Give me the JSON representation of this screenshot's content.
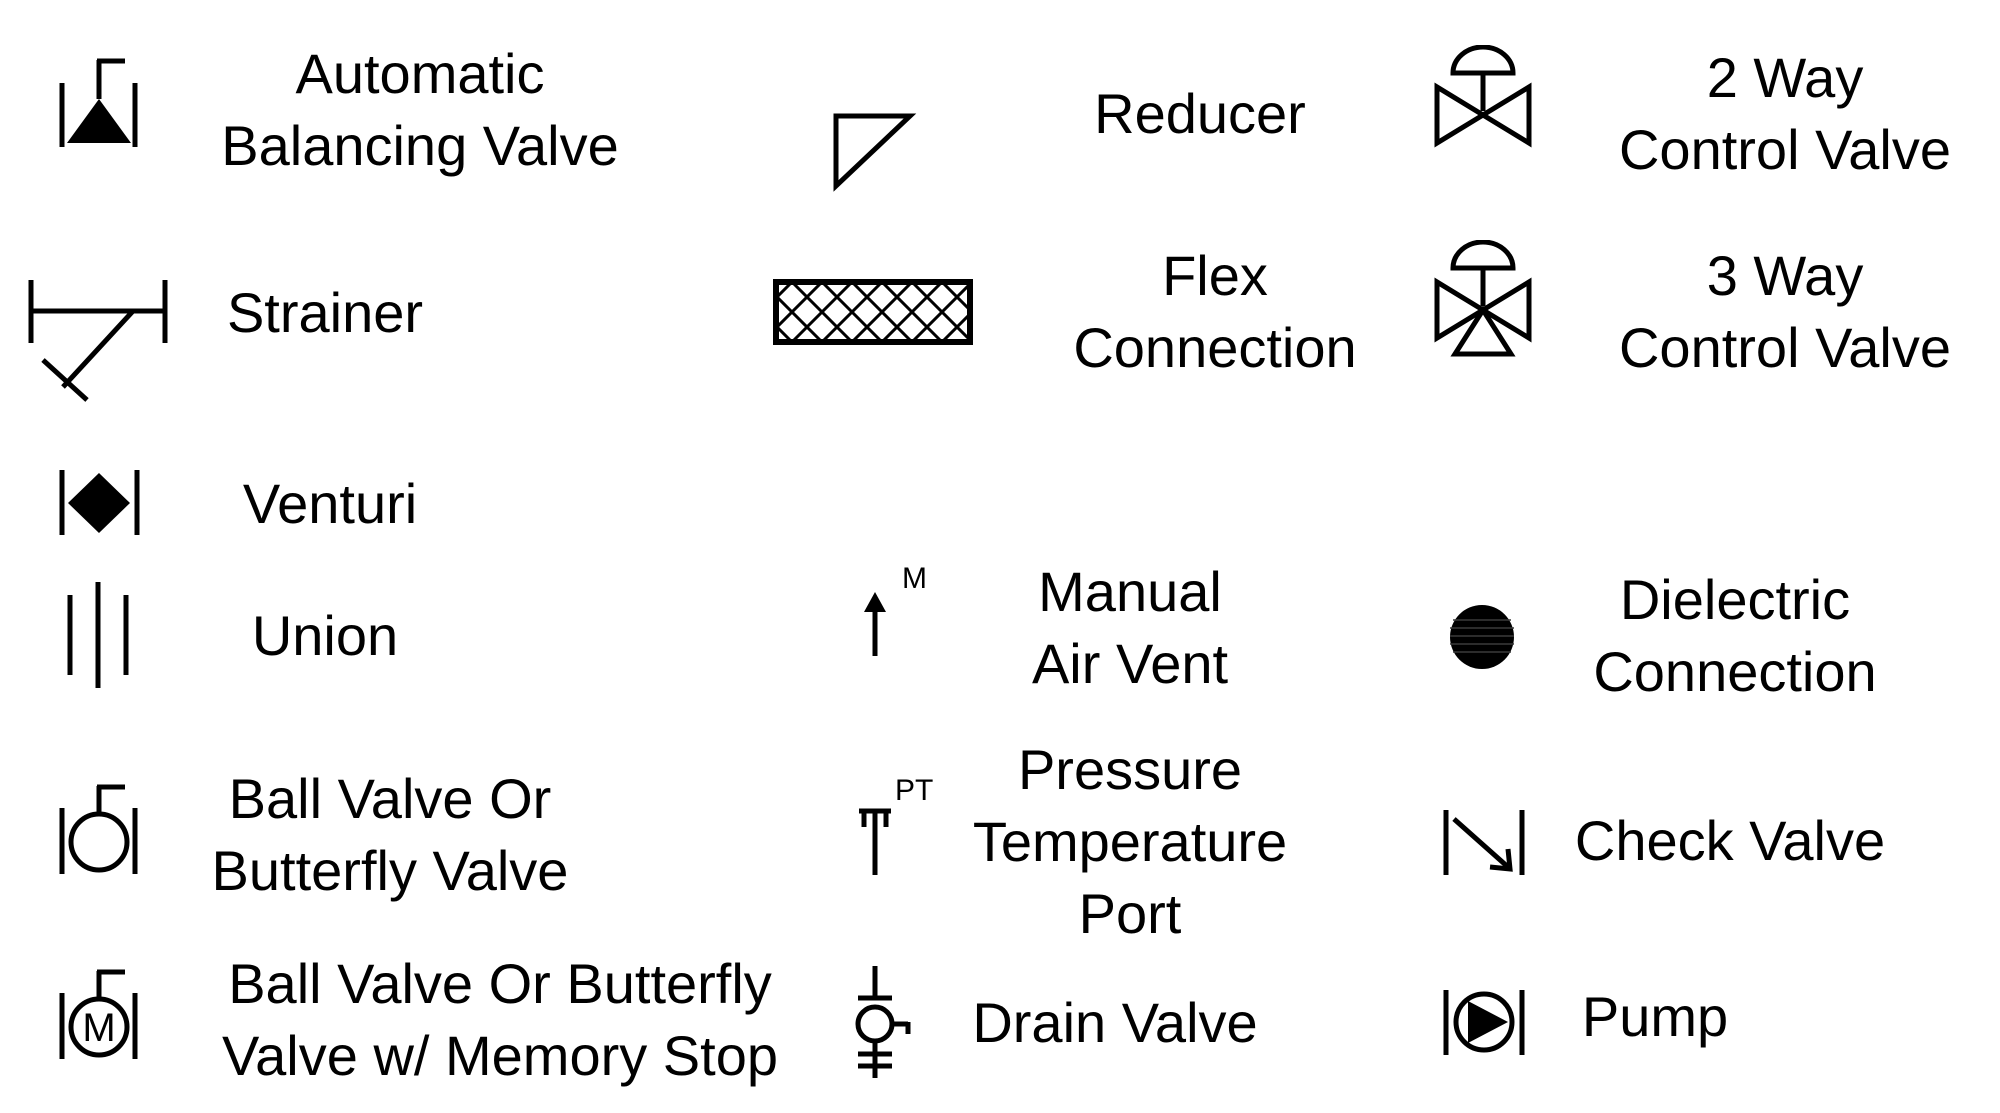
{
  "legend": {
    "automatic_balancing_valve": [
      "Automatic",
      "Balancing Valve"
    ],
    "strainer": [
      "Strainer"
    ],
    "venturi": [
      "Venturi"
    ],
    "union": [
      "Union"
    ],
    "ball_or_butterfly_valve": [
      "Ball Valve Or",
      "Butterfly Valve"
    ],
    "ball_or_butterfly_memory_stop": [
      "Ball Valve Or Butterfly",
      "Valve w/ Memory Stop"
    ],
    "reducer": [
      "Reducer"
    ],
    "flex_connection": [
      "Flex",
      "Connection"
    ],
    "manual_air_vent": [
      "Manual",
      "Air Vent"
    ],
    "manual_air_vent_tag": "M",
    "pressure_temperature_port": [
      "Pressure",
      "Temperature",
      "Port"
    ],
    "pressure_temperature_port_tag": "PT",
    "drain_valve": [
      "Drain Valve"
    ],
    "two_way_control_valve": [
      "2 Way",
      "Control Valve"
    ],
    "three_way_control_valve": [
      "3 Way",
      "Control Valve"
    ],
    "dielectric_connection": [
      "Dielectric",
      "Connection"
    ],
    "check_valve": [
      "Check Valve"
    ],
    "pump": [
      "Pump"
    ],
    "memory_stop_motor_letter": "M"
  }
}
